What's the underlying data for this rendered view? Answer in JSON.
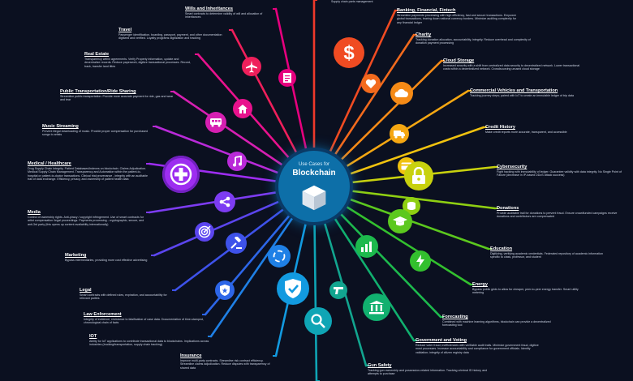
{
  "hub": {
    "subtitle": "Use Cases for",
    "title": "Blockchain"
  },
  "top_cut": {
    "text": "Supply chain parts management"
  },
  "left": [
    {
      "label": "Wills and Inheritances",
      "desc": "Smart contracts to determine validity of will and allocation of inheritances",
      "color": "#e6007e"
    },
    {
      "label": "Travel",
      "desc": "Passenger identification, boarding, passport, payment, and other documentation digitized and verified. Loyalty programs digitization and tracking",
      "color": "#ef1f5b"
    },
    {
      "label": "Real Estate",
      "desc": "Transparency within agreements. Verify Property information, update and decentralize records. Reduce paperwork, digitize transactional processes. Record, track, transfer land titles",
      "color": "#e8128d"
    },
    {
      "label": "Public Transportation/Ride Sharing",
      "desc": "Streamline public transportation. Provide more accurate payment for ride, gas and wear and tear",
      "color": "#d61fb1"
    },
    {
      "label": "Music Streaming",
      "desc": "Prevent illegal downloading of music. Provide proper compensation for purchased songs to artists",
      "color": "#b92ad8"
    },
    {
      "label": "Medical / Healthcare",
      "desc": "Drug Supply Chain Integrity. Patient Databases/Indexes on blockchain. Claims Adjudication. Medical Supply Chain Management. Transparency and Automation within the patient-to-hospital or patient-to-doctor transactions. Clinical trial provenance - integrity with an auditable trail of data exchange. Efficiency, privacy, and ownership of patient health data",
      "color": "#9d2df0"
    },
    {
      "label": "Media",
      "desc": "Control of ownership rights. Anti-piracy / copyright infringement. Use of smart contracts for artist compensation /legal proceedings. Payments processing - cryptographic, secure, and anti-3rd party (this opens up content availability internationally)",
      "color": "#7d3cf2"
    },
    {
      "label": "Marketing",
      "desc": "Bypass intermediaries, providing more cost effective advertising",
      "color": "#5b45ee"
    },
    {
      "label": "Legal",
      "desc": "Smart contracts with defined rules, expiration, and accountability for relevant parties",
      "color": "#3e52ea"
    },
    {
      "label": "Law Enforcement",
      "desc": "Integrity of evidence, resistance to falsification of case data. Documentation of time-stamped, chronological chain of facts",
      "color": "#2d66e8"
    },
    {
      "label": "IOT",
      "desc": "Ability for IoT applications to contribute transactional data to blockchains. Implications across industries (trucking/transportation, supply chain tracking)",
      "color": "#1f80e6"
    },
    {
      "label": "Insurance",
      "desc": "Improve multi-party contracts. Streamline risk contract efficiency. Streamline claims adjudication. Reduce disputes with transparency of shared data",
      "color": "#129ae0"
    }
  ],
  "right": [
    {
      "label": "Banking, Financial, Fintech",
      "desc": "Streamline payments processing with high efficiency, fast and secure transactions. Empower global transactions, tearing down national currency borders. Minimize auditing complexity for any financial ledger",
      "color": "#f04b22"
    },
    {
      "label": "Charity",
      "desc": "Tracking donation allocation, accountability, integrity. Reduce overhead and complexity of donation payment processing",
      "color": "#f26a1d"
    },
    {
      "label": "Cloud Storage",
      "desc": "Increased security with a shift from centralized data security to decentralized network. Lower transactional costs within a decentralized network. Crowdsourcing unused cloud storage",
      "color": "#f58a16"
    },
    {
      "label": "Commercial Vehicles and Transportation",
      "desc": "Tracking journey steps; paired with IoT to create an immutable ledger of trip data",
      "color": "#f5a712"
    },
    {
      "label": "Credit History",
      "desc": "Make credit reports more accurate, transparent, and accessible",
      "color": "#f0c20f"
    },
    {
      "label": "Cybersecurity",
      "desc": "Fight hacking with immutability of ledger. Guarantee validity with data integrity. No Single Point of Failure (decrease in IP-based DDoS attack success)",
      "color": "#c8d10e"
    },
    {
      "label": "Donations",
      "desc": "Provide auditable trail for donations to prevent fraud. Ensure crowdfunded campaigns receive donations and contributors are compensated",
      "color": "#8fcf12"
    },
    {
      "label": "Education",
      "desc": "Digitizing, verifying academic credentials. Federated repository of academic information specific to class, professor, and student",
      "color": "#5cc81e"
    },
    {
      "label": "Energy",
      "desc": "Bypass public grids to allow for cheaper, peer-to-peer energy transfer. Smart utility metering",
      "color": "#33c02e"
    },
    {
      "label": "Forecasting",
      "desc": "Combined with machine learning algorithms, blockchain can provide a decentralized forecasting tool",
      "color": "#1db94d"
    },
    {
      "label": "Government and Voting",
      "desc": "Reduce voter fraud, inefficiencies with verifiable audit trails. Minimize government fraud, digitize most processes. Increase accountability and compliance for government officials. Identity validation; integrity of citizen registry data",
      "color": "#11b06f"
    },
    {
      "label": "Gun Safety",
      "desc": "Tracking gun ownership and possession-related information. Tracking criminal ID history and attempts to purchase",
      "color": "#12a58f"
    }
  ],
  "icons": {
    "banking": "dollar-icon",
    "charity": "heart-icon",
    "cloud": "cloud-icon",
    "vehicles": "truck-icon",
    "credit": "credit-card-icon",
    "cyber": "lock-icon",
    "donations": "coins-icon",
    "education": "graduation-cap-icon",
    "energy": "lightning-icon",
    "forecasting": "bar-chart-icon",
    "government": "building-icon",
    "gun": "gun-icon",
    "wills": "document-icon",
    "travel": "airplane-icon",
    "realestate": "house-icon",
    "transport": "bus-icon",
    "music": "music-note-icon",
    "medical": "plus-cross-icon",
    "media": "share-icon",
    "marketing": "target-icon",
    "legal": "gavel-icon",
    "law": "badge-icon",
    "iot": "cycle-icon",
    "insurance": "shield-check-icon",
    "search": "magnifier-icon"
  }
}
